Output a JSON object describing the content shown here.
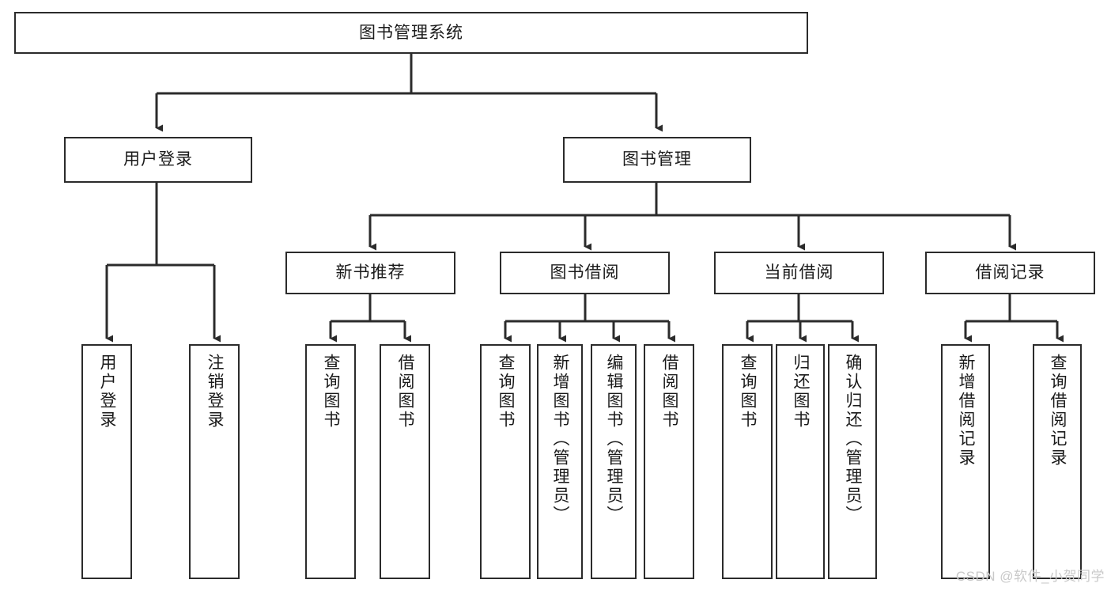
{
  "diagram": {
    "title": "图书管理系统",
    "type": "tree-hierarchy-diagram",
    "colors": {
      "box_border": "#2b2b2b",
      "box_fill": "#ffffff",
      "connector": "#2b2b2b",
      "text": "#1a1a1a",
      "watermark": "#c9c9c9",
      "background": "#ffffff"
    }
  },
  "nodes": {
    "root": {
      "label": "图书管理系统"
    },
    "level2": [
      {
        "label": "用户登录"
      },
      {
        "label": "图书管理"
      }
    ],
    "level3": [
      {
        "label": "新书推荐"
      },
      {
        "label": "图书借阅"
      },
      {
        "label": "当前借阅"
      },
      {
        "label": "借阅记录"
      }
    ],
    "leaves": {
      "user_login": [
        {
          "label": "用户登录"
        },
        {
          "label": "注销登录"
        }
      ],
      "new_book_recommend": [
        {
          "label": "查询图书"
        },
        {
          "label": "借阅图书"
        }
      ],
      "book_borrow": [
        {
          "label": "查询图书"
        },
        {
          "label": "新增图书（管理员）"
        },
        {
          "label": "编辑图书（管理员）"
        },
        {
          "label": "借阅图书"
        }
      ],
      "current_borrow": [
        {
          "label": "查询图书"
        },
        {
          "label": "归还图书"
        },
        {
          "label": "确认归还（管理员）"
        }
      ],
      "borrow_record": [
        {
          "label": "新增借阅记录"
        },
        {
          "label": "查询借阅记录"
        }
      ]
    }
  },
  "watermark": {
    "text": "CSDN @软件_小贺同学"
  }
}
